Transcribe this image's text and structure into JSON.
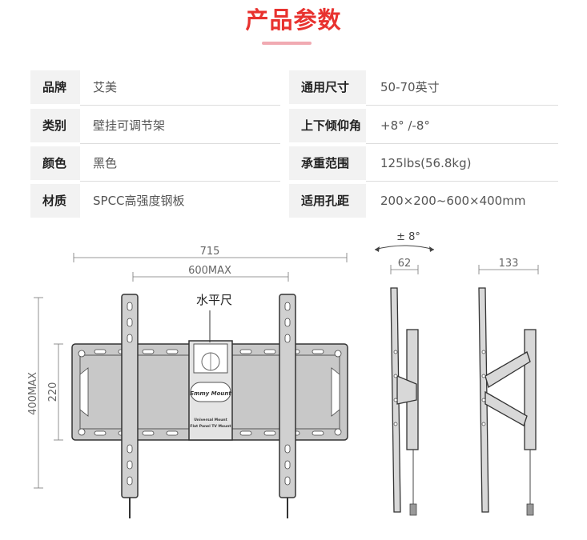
{
  "header": {
    "title": "产品参数"
  },
  "specs": [
    {
      "label": "品牌",
      "value": "艾美",
      "label2": "通用尺寸",
      "value2": "50-70英寸"
    },
    {
      "label": "类别",
      "value": "壁挂可调节架",
      "label2": "上下倾仰角",
      "value2": "+8° /-8°"
    },
    {
      "label": "颜色",
      "value": "黑色",
      "label2": "承重范围",
      "value2": "125lbs(56.8kg)"
    },
    {
      "label": "材质",
      "value": "SPCC高强度钢板",
      "label2": "适用孔距",
      "value2": "200×200~600×400mm"
    }
  ],
  "diagram": {
    "front": {
      "width_label": "715",
      "max_label": "600MAX",
      "level_label": "水平尺",
      "height_label": "400MAX",
      "inner_label": "220",
      "brand_logo": "Emmy Mount",
      "plate_text_1": "Universal Mount",
      "plate_text_2": "Flat Panel TV Mount"
    },
    "side": {
      "tilt_label": "± 8°",
      "depth_min": "62",
      "depth_max": "133"
    }
  }
}
